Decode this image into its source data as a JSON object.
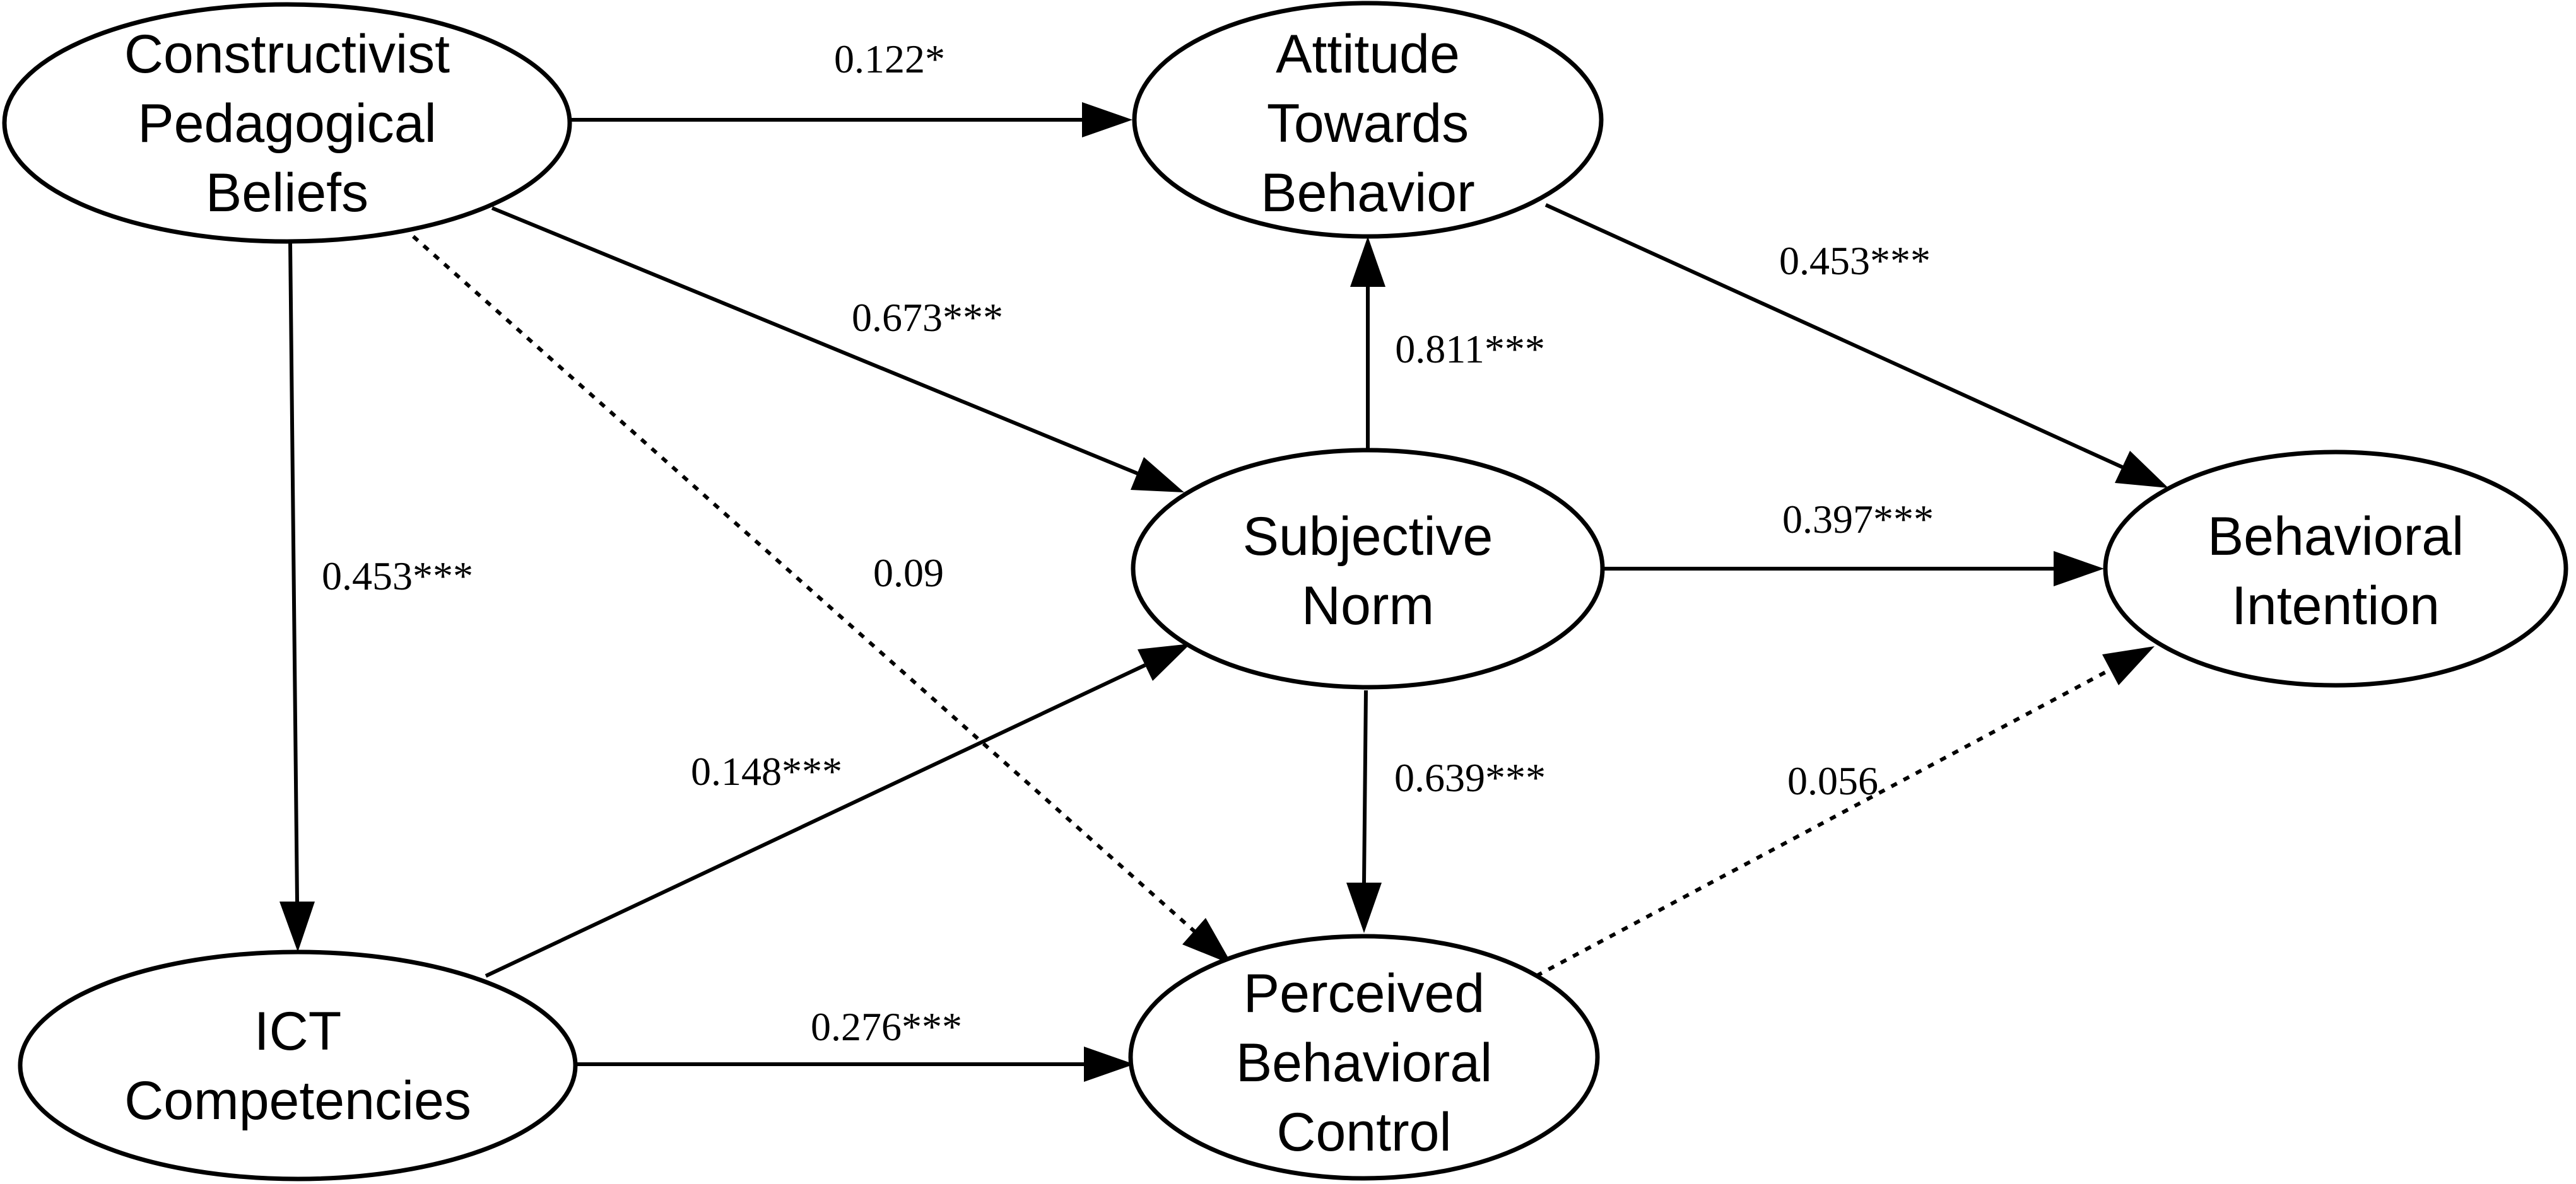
{
  "nodes": {
    "cpb": {
      "lines": [
        "Constructivist",
        "Pedagogical",
        "Beliefs"
      ]
    },
    "atb": {
      "lines": [
        "Attitude",
        "Towards",
        "Behavior"
      ]
    },
    "sn": {
      "lines": [
        "Subjective",
        "Norm"
      ]
    },
    "bi": {
      "lines": [
        "Behavioral",
        "Intention"
      ]
    },
    "ict": {
      "lines": [
        "ICT",
        "Competencies"
      ]
    },
    "pbc": {
      "lines": [
        "Perceived",
        "Behavioral",
        "Control"
      ]
    }
  },
  "edges": {
    "cpb_atb": {
      "label": "0.122*",
      "style": "solid"
    },
    "cpb_sn": {
      "label": "0.673***",
      "style": "solid"
    },
    "cpb_ict": {
      "label": "0.453***",
      "style": "solid"
    },
    "cpb_pbc": {
      "label": "0.09",
      "style": "dashed"
    },
    "sn_atb": {
      "label": "0.811***",
      "style": "solid"
    },
    "atb_bi": {
      "label": "0.453***",
      "style": "solid"
    },
    "sn_bi": {
      "label": "0.397***",
      "style": "solid"
    },
    "sn_pbc": {
      "label": "0.639***",
      "style": "solid"
    },
    "ict_sn": {
      "label": "0.148***",
      "style": "solid"
    },
    "ict_pbc": {
      "label": "0.276***",
      "style": "solid"
    },
    "pbc_bi": {
      "label": "0.056",
      "style": "dashed"
    }
  }
}
